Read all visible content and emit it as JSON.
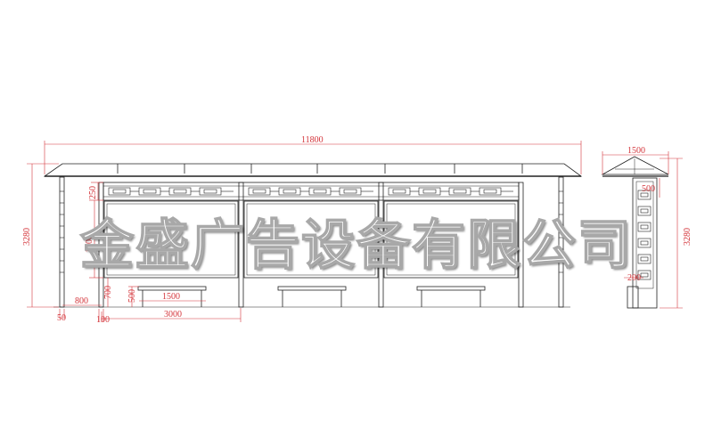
{
  "front_view": {
    "dimensions": {
      "total_width": "11800",
      "total_height": "3280",
      "frieze_height": "250",
      "panel_height": "1700",
      "bench_height": "700",
      "seat_height": "500",
      "bench_length": "1500",
      "end_offset": "800",
      "module_width": "3000",
      "post_width_a": "50",
      "post_width_b": "100"
    }
  },
  "side_view": {
    "dimensions": {
      "width": "1500",
      "height": "3280",
      "frieze": "500",
      "base": "200"
    }
  },
  "watermark": {
    "text": "金盛广告设备有限公司"
  },
  "colors": {
    "line": "#222222",
    "dimension": "#d4343a",
    "watermark_shadow": "#888888"
  }
}
